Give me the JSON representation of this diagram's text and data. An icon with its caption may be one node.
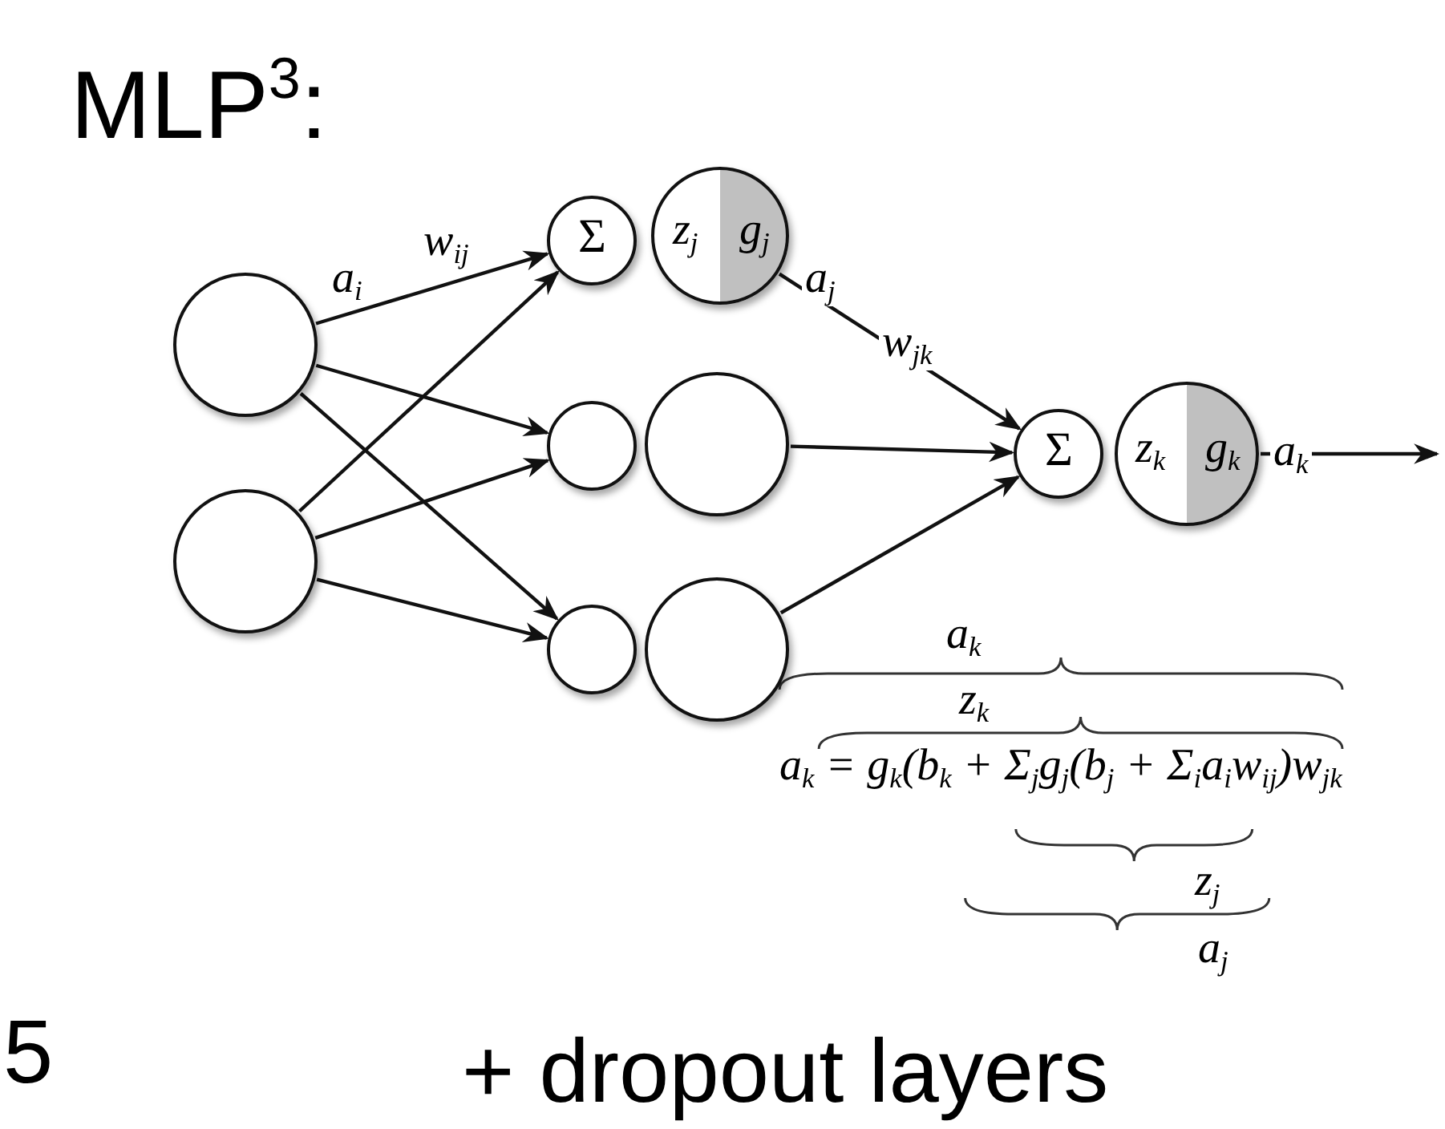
{
  "diagram": {
    "title": "MLP$^{3}$:",
    "nodes": [
      {
        "text": [],
        "shape": "circle",
        "beside": [
          "a$_{i}$"
        ]
      },
      {
        "text": [],
        "shape": "circle"
      },
      {
        "text": [
          "Σ"
        ]
      },
      {
        "text": [
          "z$_{j}$",
          "g$_{j}$"
        ],
        "beside": [
          "a$_{j}$"
        ]
      },
      {
        "text": [],
        "shape": "circle"
      },
      {
        "text": [],
        "shape": "circle"
      },
      {
        "text": [],
        "shape": "circle"
      },
      {
        "text": [],
        "shape": "circle"
      },
      {
        "text": [
          "Σ"
        ]
      },
      {
        "text": [
          "z$_{k}$",
          "g$_{k}$"
        ],
        "beside": [
          "a$_{k}$"
        ]
      }
    ],
    "edges": [
      {
        "from": 0,
        "to": 2,
        "arrow": "to",
        "label": "w$_{ij}$"
      },
      {
        "from": 0,
        "to": 4,
        "arrow": "to"
      },
      {
        "from": 0,
        "to": 6,
        "arrow": "to"
      },
      {
        "from": 1,
        "to": 2,
        "arrow": "to"
      },
      {
        "from": 1,
        "to": 4,
        "arrow": "to"
      },
      {
        "from": 1,
        "to": 6,
        "arrow": "to"
      },
      {
        "from": 3,
        "to": 8,
        "arrow": "to",
        "label": "w$_{jk}$"
      },
      {
        "from": 5,
        "to": 8,
        "arrow": "to"
      },
      {
        "from": 7,
        "to": 8,
        "arrow": "to"
      },
      {
        "from": 9,
        "to": null,
        "arrow": "to"
      }
    ],
    "labels": [
      "a$_{k}$",
      "z$_{k}$",
      "a$_{k}$ = g$_{k}$(b$_{k}$ + Σ$_{j}$g$_{j}$(b$_{j}$ + Σ$_{i}$a$_{i}$w$_{ij}$)w$_{jk}$",
      "z$_{j}$",
      "a$_{j}$",
      "5",
      "+ dropout layers"
    ]
  }
}
